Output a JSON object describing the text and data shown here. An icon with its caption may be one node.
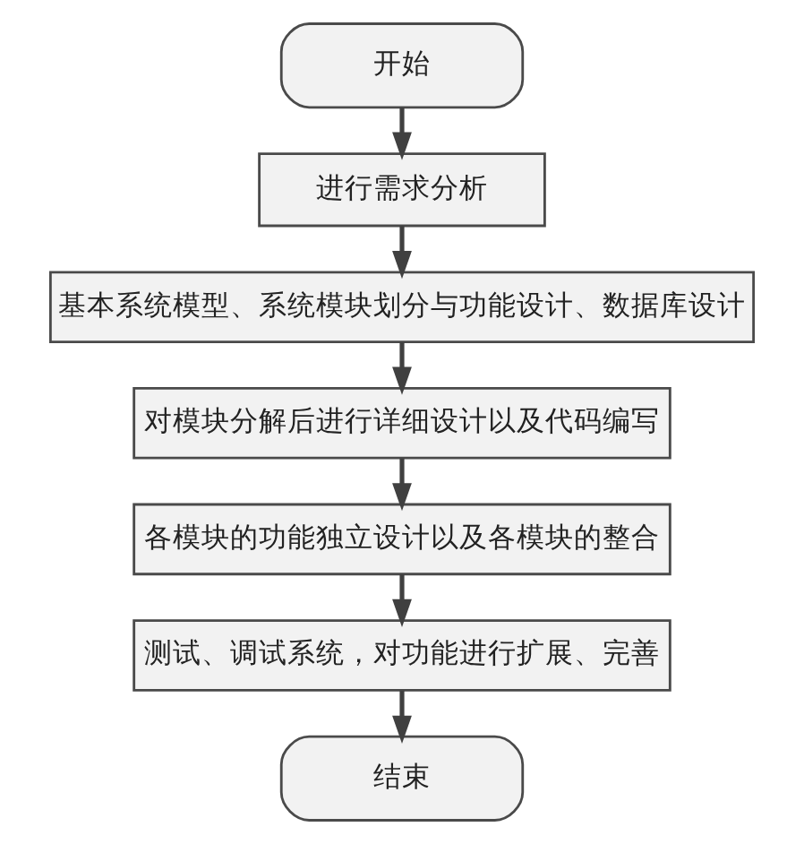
{
  "diagram": {
    "nodes": [
      {
        "text": [
          "开始"
        ]
      },
      {
        "text": [
          "进行需求分析"
        ]
      },
      {
        "text": [
          "基本系统模型、系统模块划分与功能设计、数据库设计"
        ]
      },
      {
        "text": [
          "对模块分解后进行详细设计以及代码编写"
        ]
      },
      {
        "text": [
          "各模块的功能独立设计以及各模块的整合"
        ]
      },
      {
        "text": [
          "测试、调试系统，对功能进行扩展、完善"
        ]
      },
      {
        "text": [
          "结束"
        ]
      }
    ],
    "edges": [
      {
        "from": 0,
        "to": 1,
        "arrow": "to"
      },
      {
        "from": 1,
        "to": 2,
        "arrow": "to"
      },
      {
        "from": 2,
        "to": 3,
        "arrow": "to"
      },
      {
        "from": 3,
        "to": 4,
        "arrow": "to"
      },
      {
        "from": 4,
        "to": 5,
        "arrow": "to"
      },
      {
        "from": 5,
        "to": 6,
        "arrow": "to"
      }
    ]
  }
}
